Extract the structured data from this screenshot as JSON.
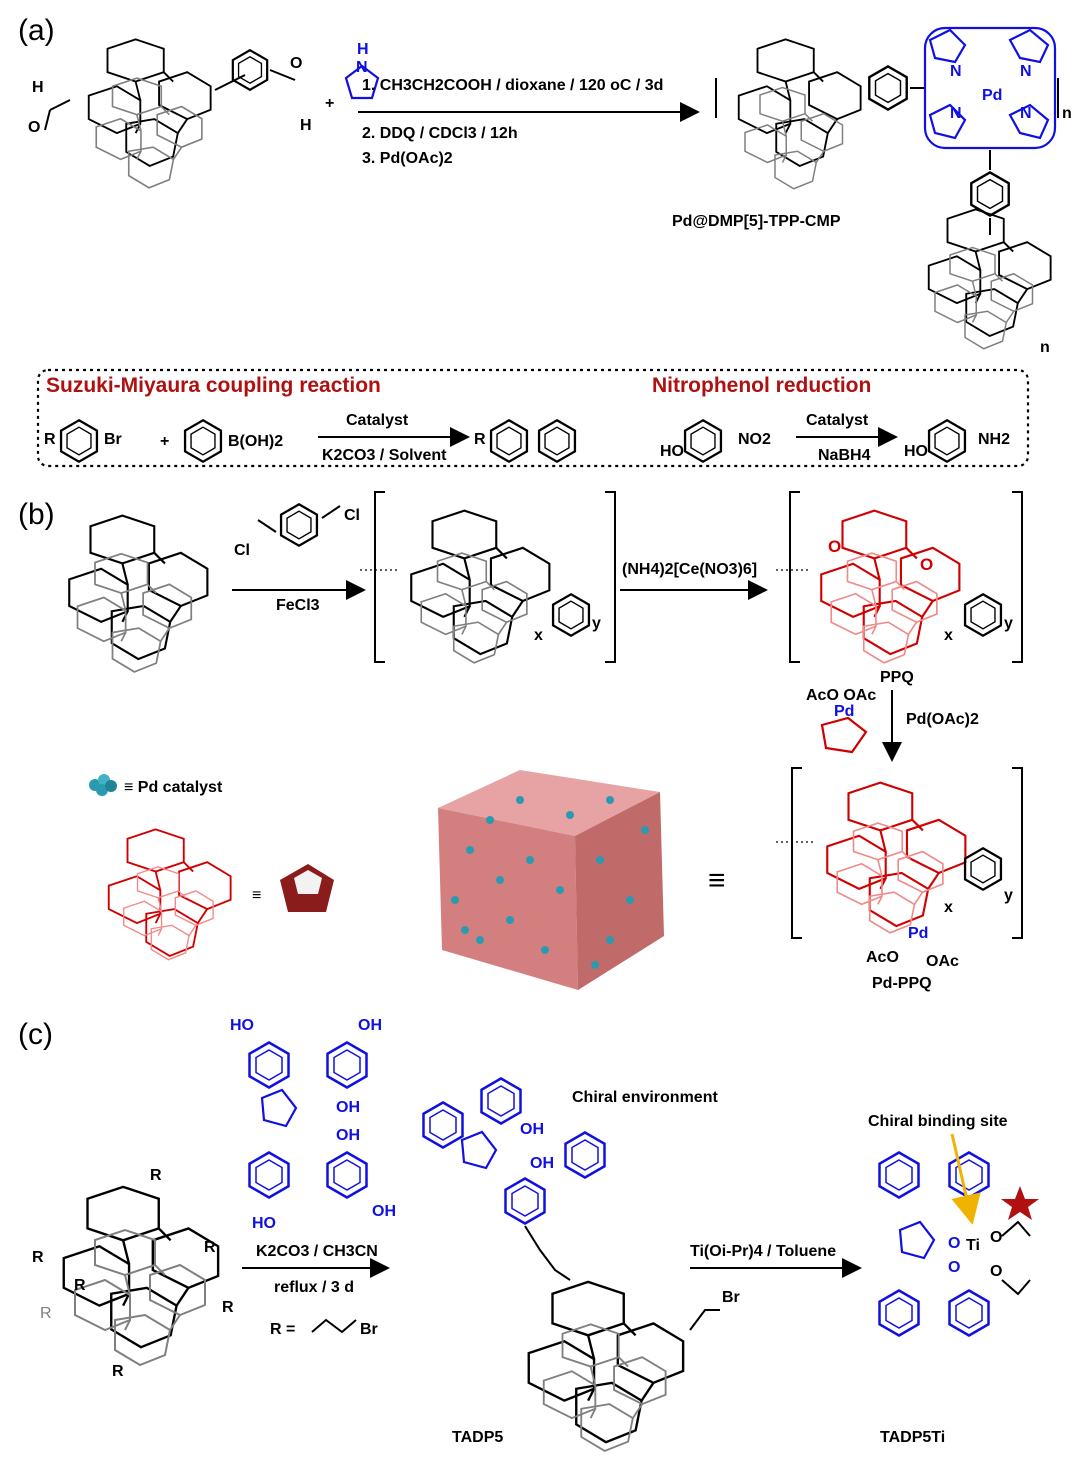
{
  "panels": {
    "a": {
      "label": "(a)",
      "pyrrole_atom": "N",
      "pyrrole_h": "H",
      "plus": "+",
      "cond1": "1. CH3CH2COOH / dioxane / 120 oC / 3d",
      "cond2": "2. DDQ / CDCl3 / 12h",
      "cond3": "3. Pd(OAc)2",
      "product": "Pd@DMP[5]-TPP-CMP",
      "aldehyde_o": "O",
      "aldehyde_h": "H",
      "porphyrin_n": "N",
      "porphyrin_pd": "Pd",
      "subscript_n": "n"
    },
    "box": {
      "suzuki_title": "Suzuki-Miyaura coupling reaction",
      "nitro_title": "Nitrophenol reduction",
      "r": "R",
      "br": "Br",
      "plus": "+",
      "boronic": "B(OH)2",
      "catalyst1": "Catalyst",
      "conditions1": "K2CO3 / Solvent",
      "product_r": "R",
      "ho1": "HO",
      "no2": "NO2",
      "catalyst2": "Catalyst",
      "conditions2": "NaBH4",
      "ho2": "HO",
      "nh2": "NH2"
    },
    "b": {
      "label": "(b)",
      "linker_cl1": "Cl",
      "linker_cl2": "Cl",
      "fecl3": "FeCl3",
      "can": "(NH4)2[Ce(NO3)6]",
      "ppq": "PPQ",
      "pdoac2": "Pd(OAc)2",
      "aco_oac": "AcO  OAc",
      "pd": "Pd",
      "legend_pd": "≡ Pd catalyst",
      "equiv": "≡",
      "pdppq": "Pd-PPQ",
      "x": "x",
      "y": "y",
      "o": "O",
      "aco": "AcO",
      "oac": "OAc"
    },
    "c": {
      "label": "(c)",
      "oh": "OH",
      "ho": "HO",
      "k2co3": "K2CO3 / CH3CN",
      "reflux": "reflux / 3 d",
      "r_def": "R =",
      "br": "Br",
      "chiral_env": "Chiral environment",
      "ti_cond": "Ti(Oi-Pr)4 / Toluene",
      "chiral_site": "Chiral binding site",
      "tadp5": "TADP5",
      "tadp5ti": "TADP5Ti",
      "ti": "Ti",
      "r": "R",
      "o": "O"
    }
  },
  "colors": {
    "porphyrin": "#1010e0",
    "quinone": "#d10000",
    "quinone_light": "#f08a8a",
    "pd_cluster": "#2b9ab0",
    "polymer": "#d47f7f",
    "title_red": "#b01010",
    "arrow_yellow": "#f0b400",
    "star": "#b01010"
  }
}
